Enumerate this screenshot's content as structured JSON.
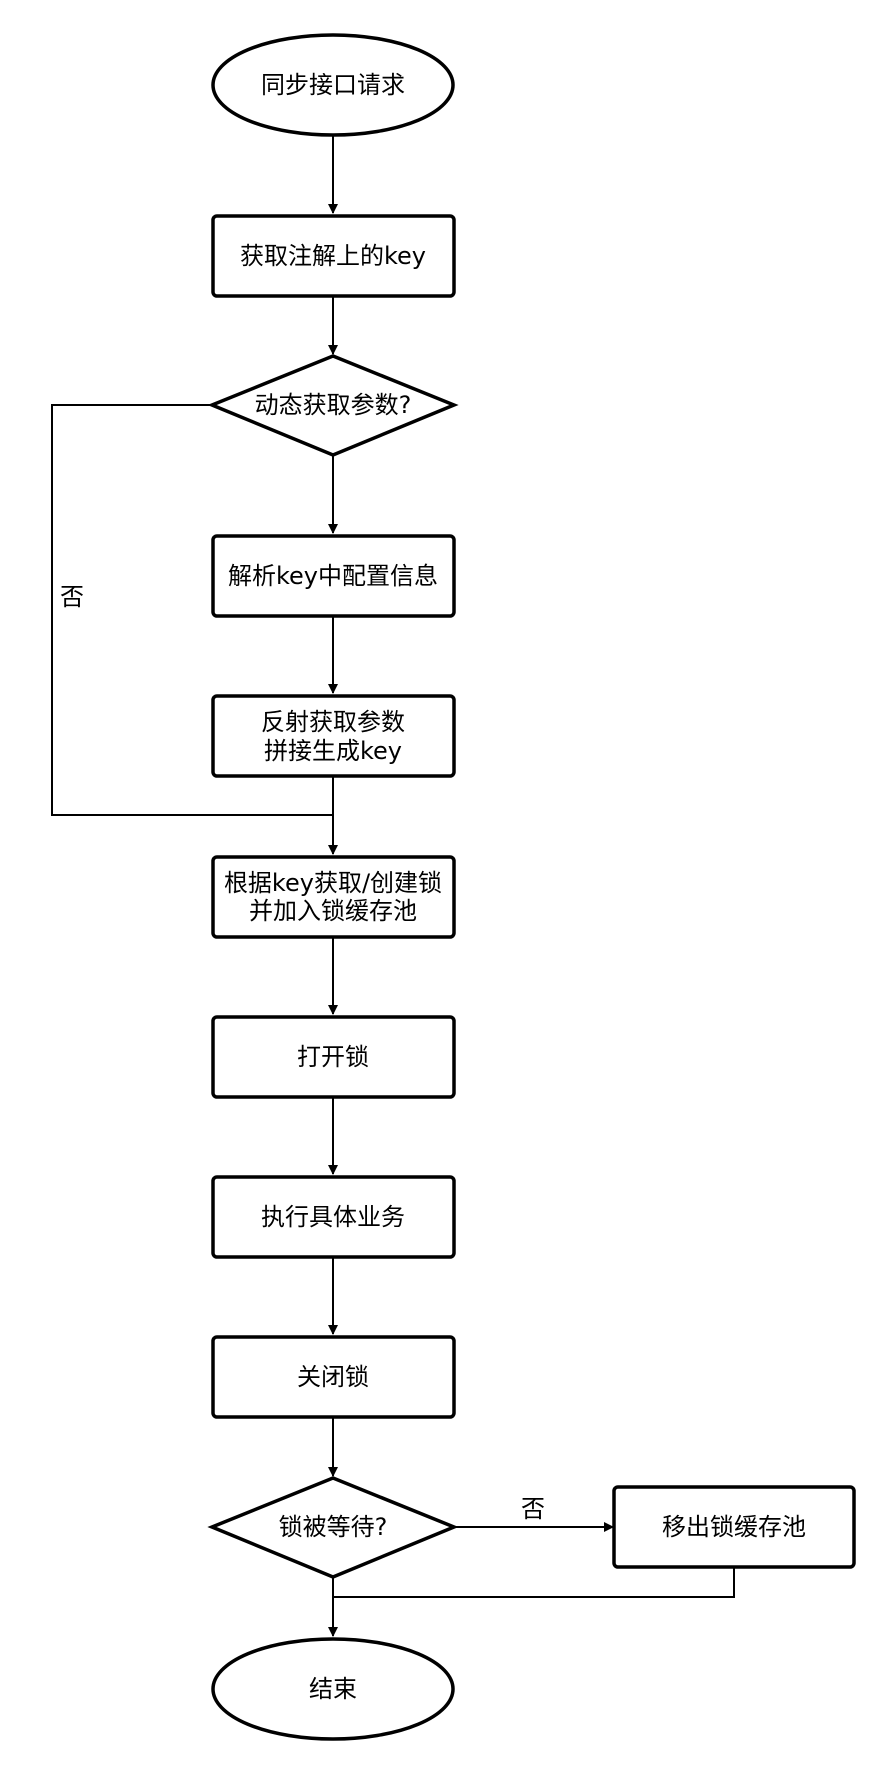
{
  "diagram": {
    "nodes": {
      "start": "同步接口请求",
      "get_key": "获取注解上的key",
      "dynamic_param": "动态获取参数?",
      "parse_key": "解析key中配置信息",
      "reflect_line1": "反射获取参数",
      "reflect_line2": "拼接生成key",
      "create_lock_line1": "根据key获取/创建锁",
      "create_lock_line2": "并加入锁缓存池",
      "open_lock": "打开锁",
      "execute": "执行具体业务",
      "close_lock": "关闭锁",
      "lock_waited": "锁被等待?",
      "remove_from_pool": "移出锁缓存池",
      "end": "结束"
    },
    "edge_labels": {
      "dynamic_no": "否",
      "waited_no": "否"
    }
  }
}
